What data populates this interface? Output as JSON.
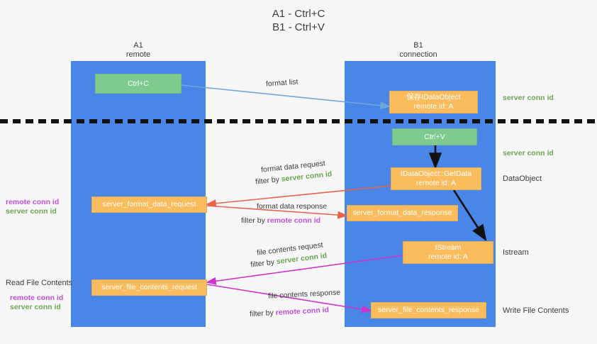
{
  "title_lines": [
    "A1 - Ctrl+C",
    "B1 - Ctrl+V"
  ],
  "columns": [
    {
      "name": "A1",
      "sub": "remote"
    },
    {
      "name": "B1",
      "sub": "connection"
    }
  ],
  "nodes": [
    {
      "id": "ctrl-c",
      "label": "Ctrl+C",
      "sub": "",
      "color": "#7fcb8f"
    },
    {
      "id": "idataobject-save",
      "label": "保存IDataObject",
      "sub": "remote id: A",
      "color": "#fbbc5e"
    },
    {
      "id": "ctrl-v",
      "label": "Ctrl+V",
      "sub": "",
      "color": "#7fcb8f"
    },
    {
      "id": "idataobject-getdata",
      "label": "IDataObject::GetData",
      "sub": "remote id: A",
      "color": "#fbbc5e"
    },
    {
      "id": "server-format-data-request",
      "label": "server_format_data_request",
      "sub": "",
      "color": "#fbbc5e"
    },
    {
      "id": "server-format-data-response",
      "label": "server_format_data_response",
      "sub": "",
      "color": "#fbbc5e"
    },
    {
      "id": "istream",
      "label": "IStream",
      "sub": "remote id: A",
      "color": "#fbbc5e"
    },
    {
      "id": "server-file-contents-request",
      "label": "server_file_contents_request",
      "sub": "",
      "color": "#fbbc5e"
    },
    {
      "id": "server-file-contents-response",
      "label": "server_file_contents_response",
      "sub": "",
      "color": "#fbbc5e"
    }
  ],
  "edge_labels": {
    "format_list": "format list",
    "format_data_request": "format data request",
    "format_data_request_filter_prefix": "filter by ",
    "format_data_request_filter_value": "server conn id",
    "format_data_response": "format data response",
    "format_data_response_filter_prefix": "filter by ",
    "format_data_response_filter_value": "remote conn id",
    "file_contents_request": "file contents request",
    "file_contents_request_filter_prefix": "filter by ",
    "file_contents_request_filter_value": "server conn id",
    "file_contents_response": "file contents response",
    "file_contents_response_filter_prefix": "filter by ",
    "file_contents_response_filter_value": "remote conn id"
  },
  "right_labels": [
    {
      "id": "server-conn-id-top",
      "text": "server conn id",
      "kind": "green"
    },
    {
      "id": "server-conn-id-second",
      "text": "server conn id",
      "kind": "green"
    },
    {
      "id": "dataobject",
      "text": "DataObject",
      "kind": "black"
    },
    {
      "id": "istream-label",
      "text": "Istream",
      "kind": "black"
    },
    {
      "id": "write-file-contents",
      "text": "Write File Contents",
      "kind": "black"
    }
  ],
  "left_labels": [
    {
      "id": "remote-conn-id-upper",
      "text": "remote conn id",
      "kind": "purple"
    },
    {
      "id": "server-conn-id-upper",
      "text": "server conn id",
      "kind": "green"
    },
    {
      "id": "read-file-contents",
      "text": "Read File Contents",
      "kind": "black"
    },
    {
      "id": "remote-conn-id-lower",
      "text": "remote conn id",
      "kind": "purple"
    },
    {
      "id": "server-conn-id-lower",
      "text": "server conn id",
      "kind": "green"
    }
  ],
  "colors": {
    "lane": "#4a86e8",
    "green_node": "#7fcb8f",
    "orange_node": "#fbbc5e",
    "green_text": "#6aa84f",
    "purple_text": "#c050d8",
    "red_arrow": "#e8634a",
    "magenta_arrow": "#cc33cc",
    "blue_arrow": "#6fa8dc",
    "black_arrow": "#111111",
    "background": "#f7f7f7"
  }
}
